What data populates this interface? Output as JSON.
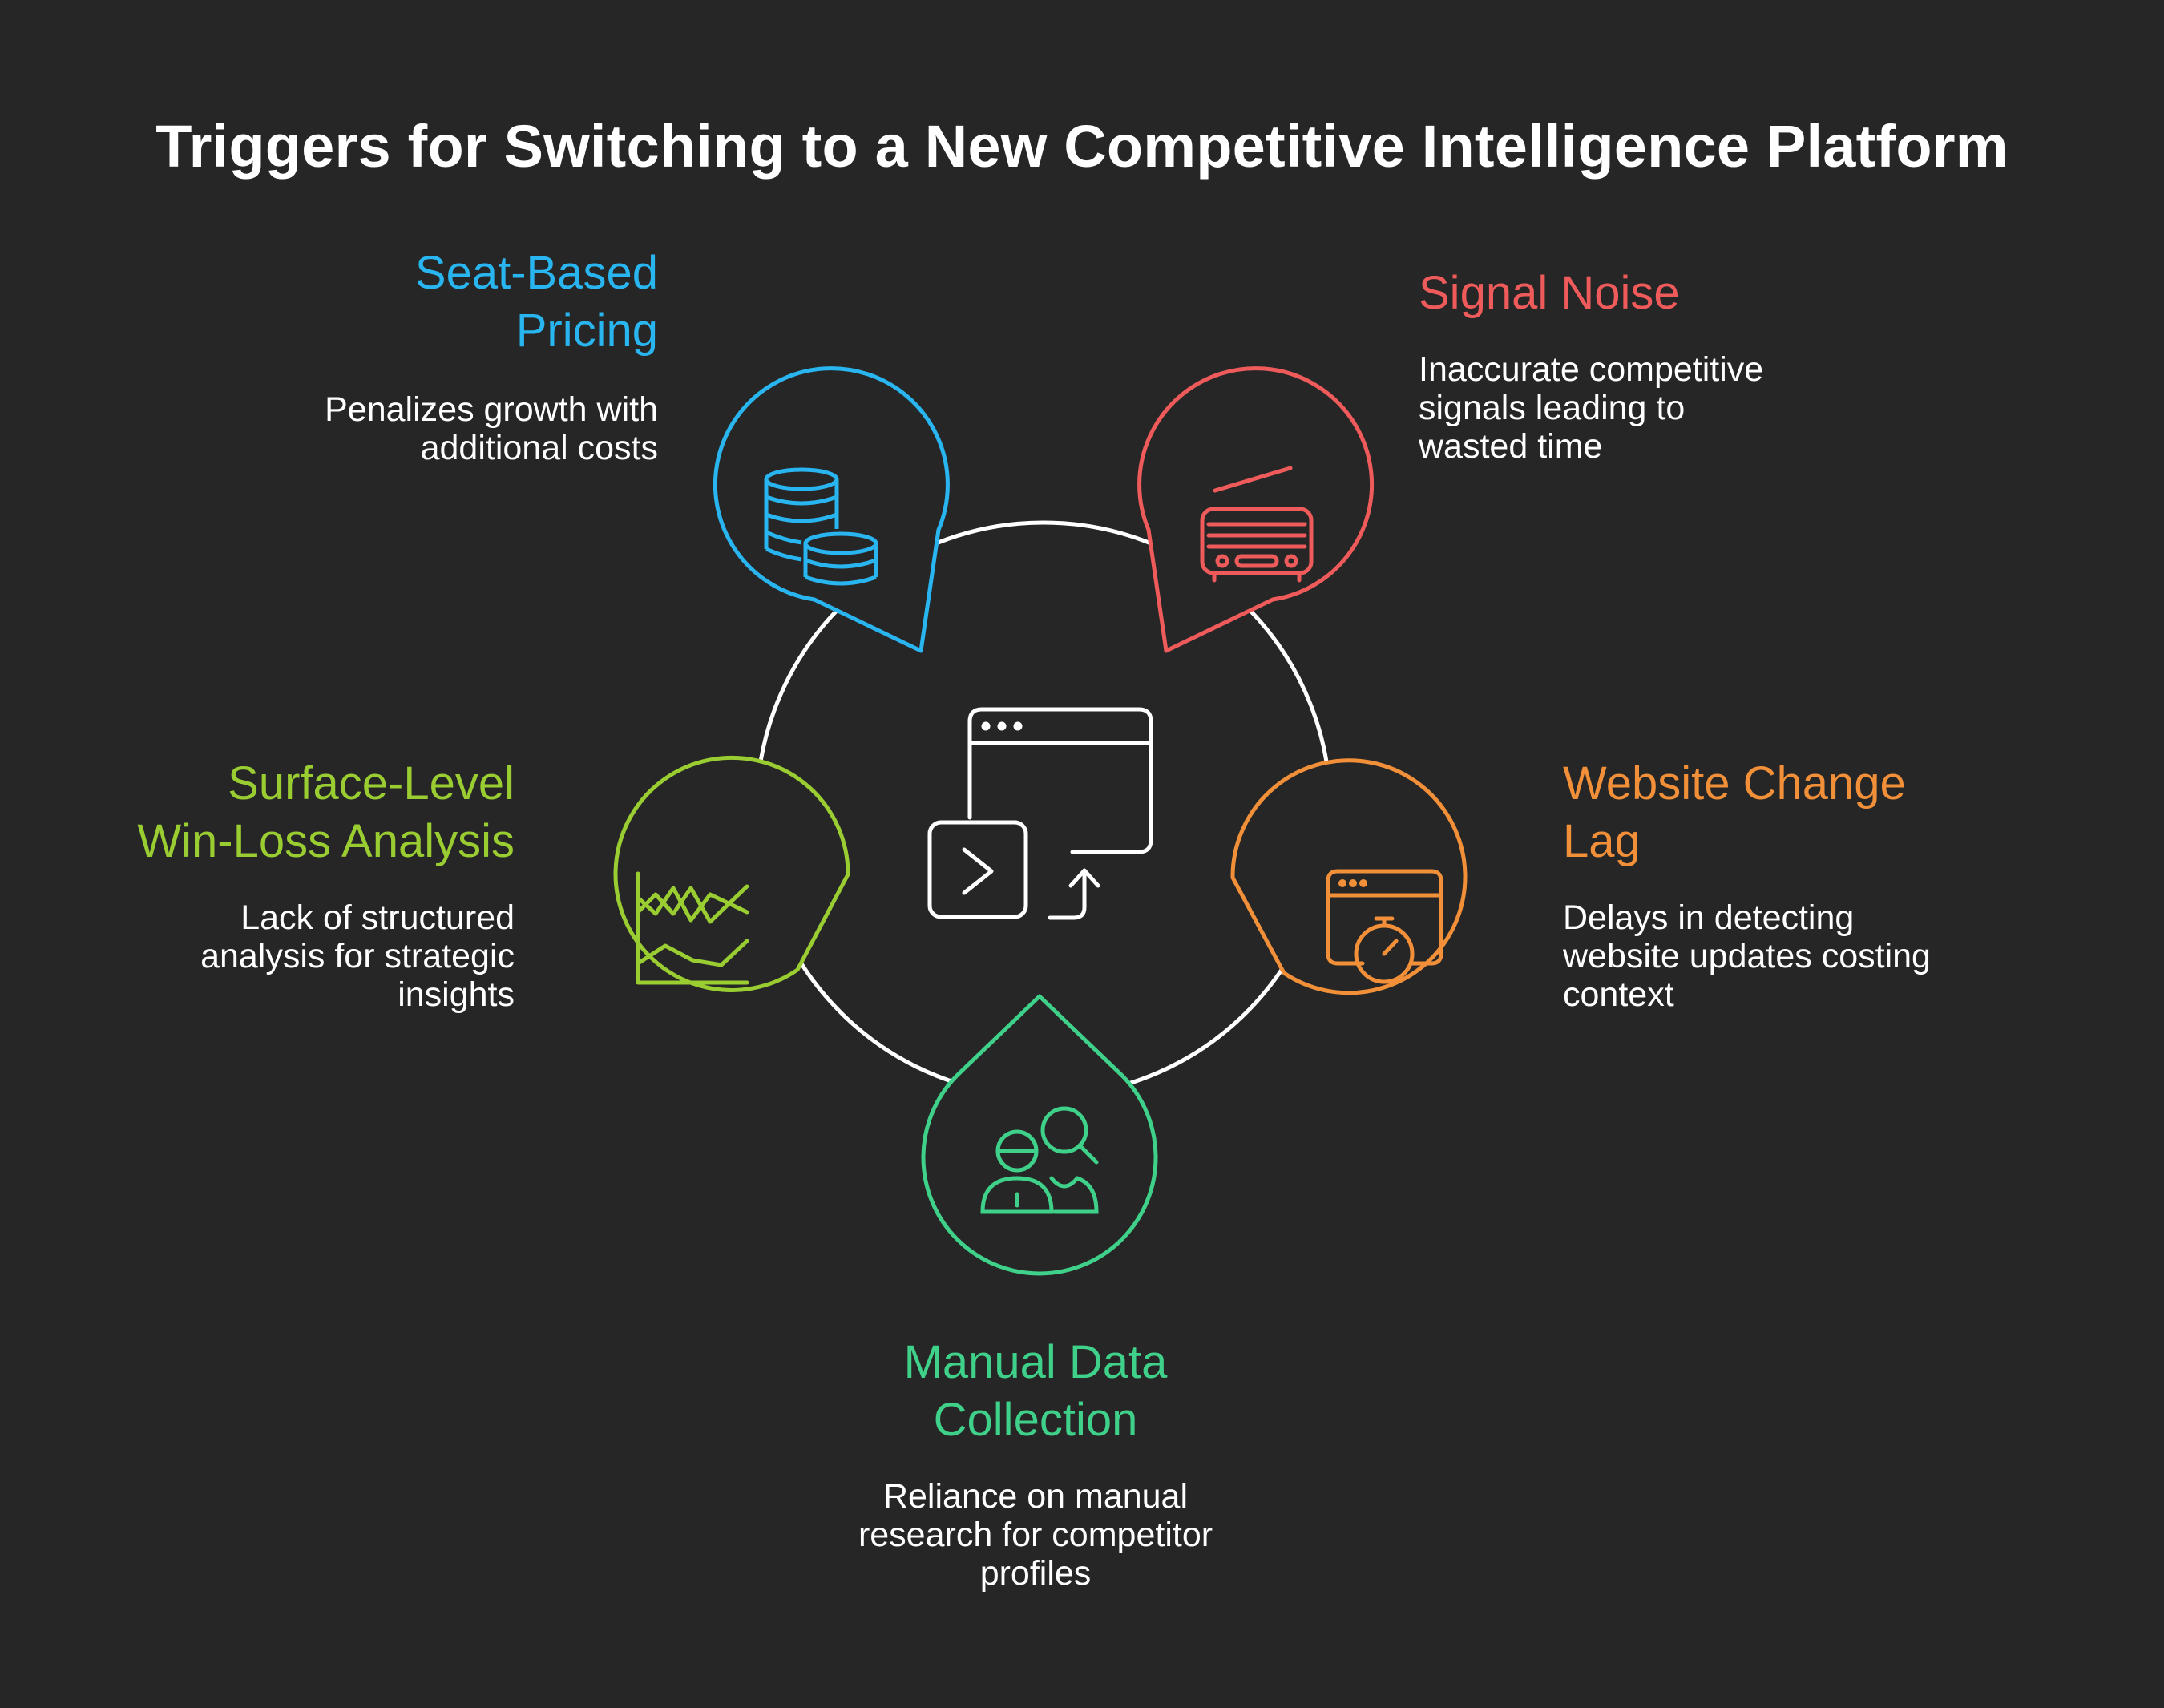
{
  "title": "Triggers for Switching to a New Competitive Intelligence Platform",
  "colors": {
    "background": "#262626",
    "hub": "#ffffff",
    "seat_based_pricing": "#29b6f0",
    "signal_noise": "#ef5b5b",
    "website_change_lag": "#f2903a",
    "manual_data_collection": "#3fd08a",
    "surface_level_win_loss": "#9acd32"
  },
  "hub": {
    "icon": "browser-terminal-icon"
  },
  "triggers": {
    "seat_pricing": {
      "heading": "Seat-Based\nPricing",
      "description": "Penalizes growth with\nadditional costs",
      "icon": "coins-stack-icon"
    },
    "signal_noise": {
      "heading": "Signal Noise",
      "description": "Inaccurate competitive\nsignals leading to\nwasted time",
      "icon": "radio-icon"
    },
    "website_lag": {
      "heading": "Website Change\nLag",
      "description": "Delays in detecting\nwebsite updates costing\ncontext",
      "icon": "browser-stopwatch-icon"
    },
    "manual_collection": {
      "heading": "Manual Data\nCollection",
      "description": "Reliance on manual\nresearch for competitor\nprofiles",
      "icon": "people-search-icon"
    },
    "win_loss": {
      "heading": "Surface-Level\nWin-Loss Analysis",
      "description": "Lack of structured\nanalysis for strategic\ninsights",
      "icon": "line-chart-icon"
    }
  }
}
